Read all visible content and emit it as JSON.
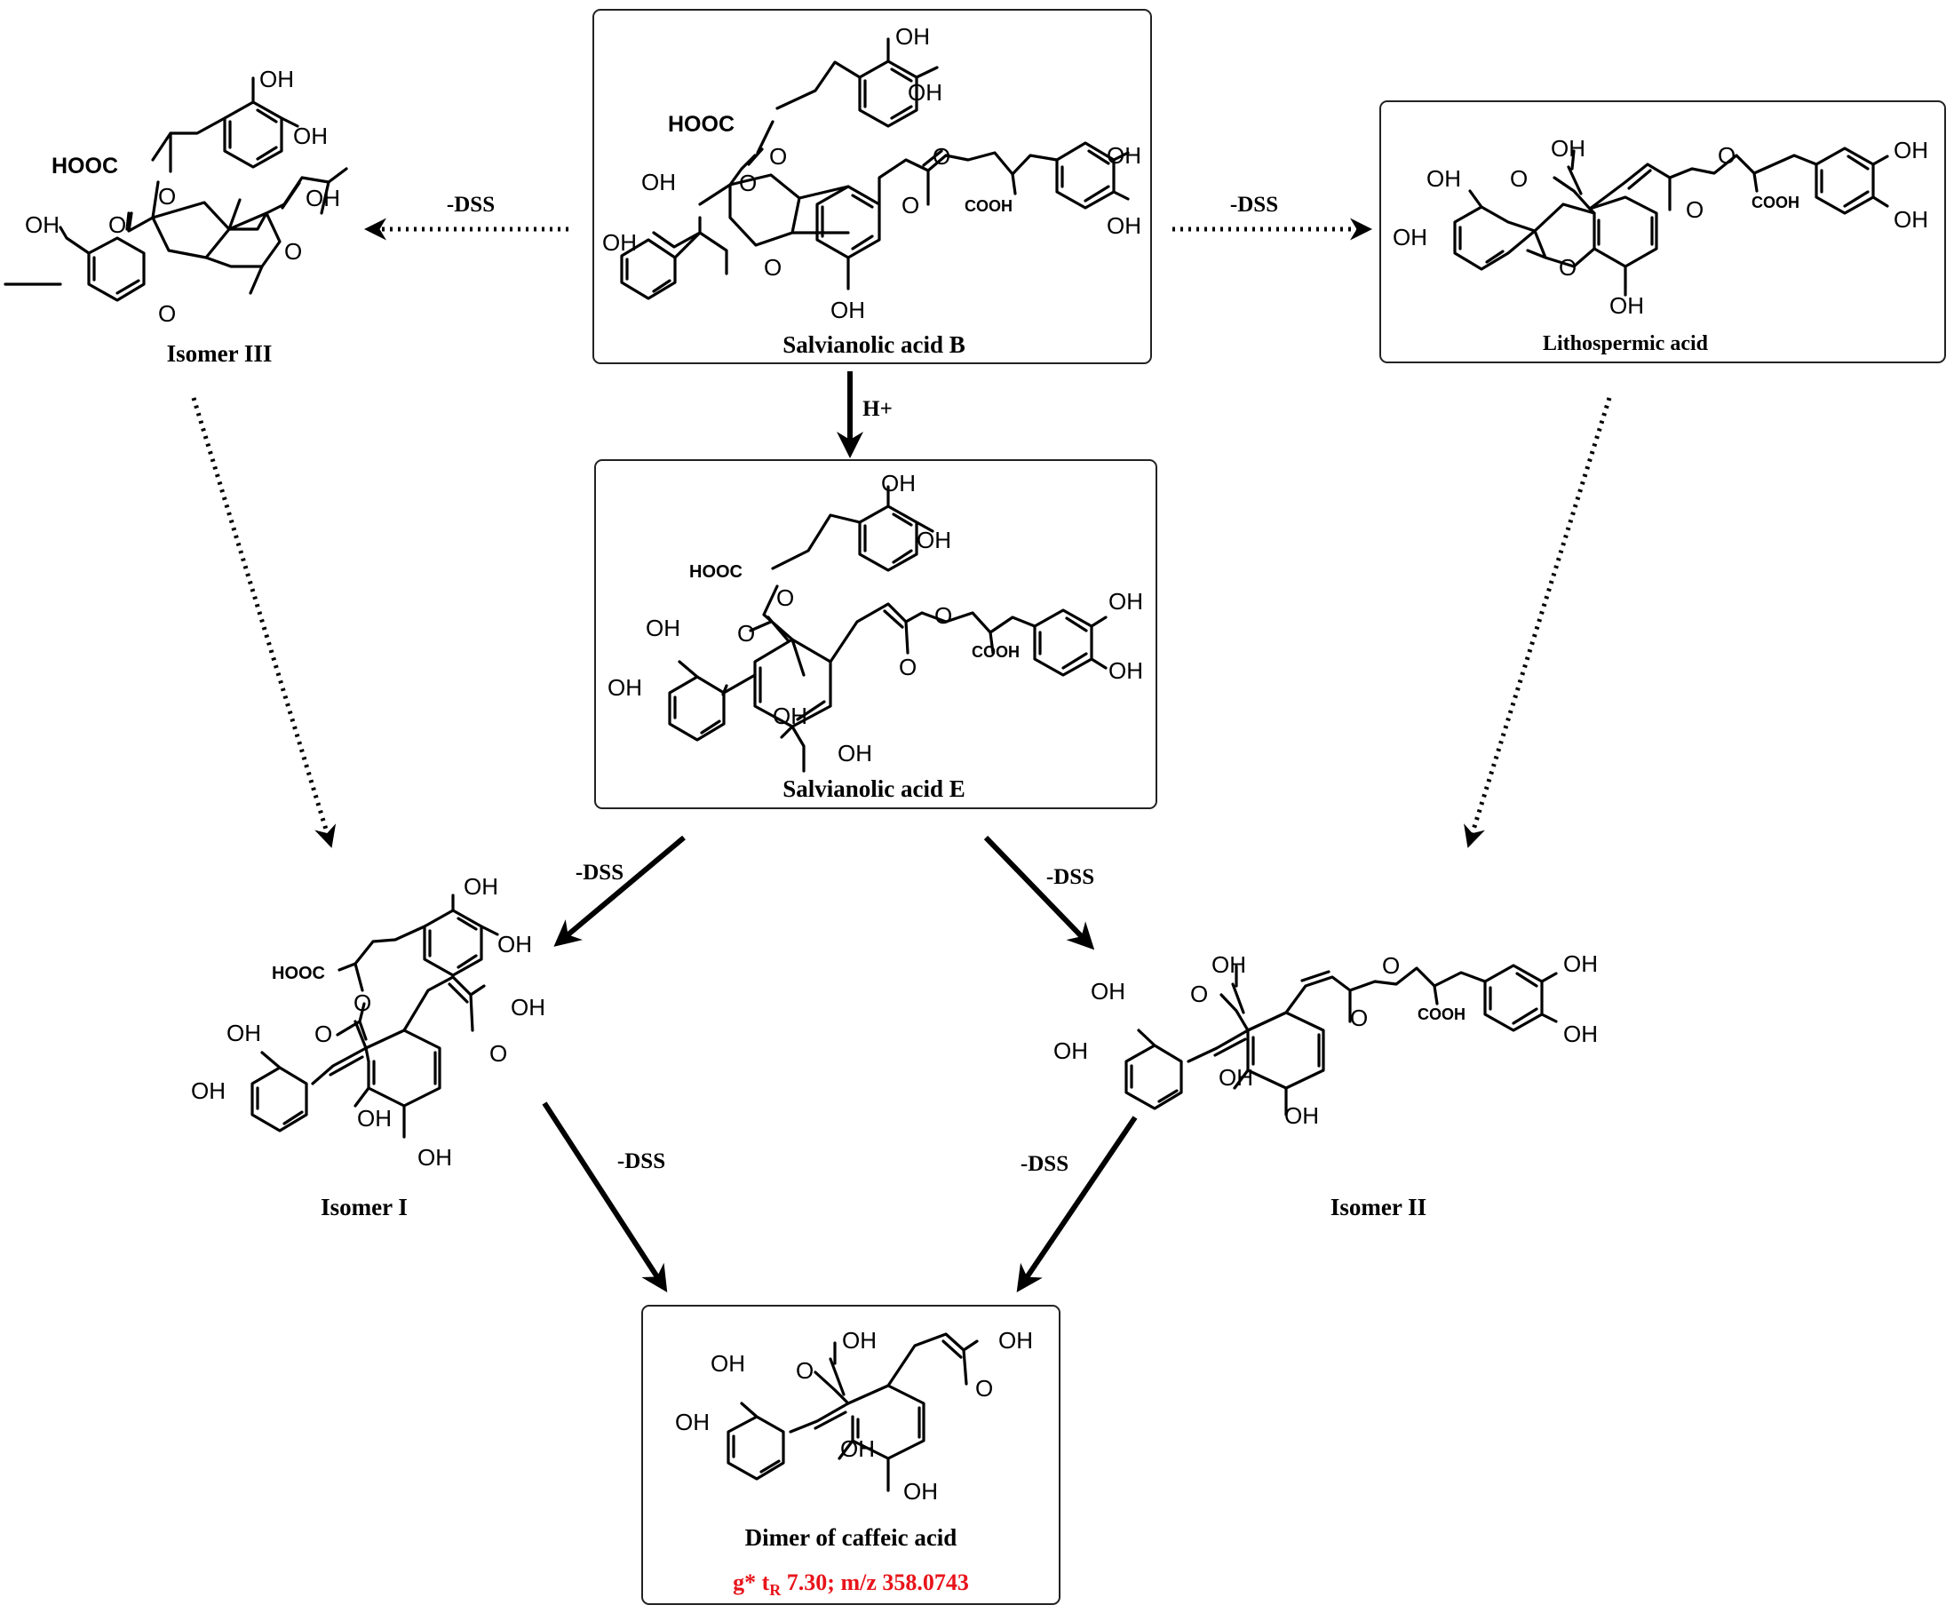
{
  "compounds": {
    "salvianolic_b": {
      "name": "Salvianolic acid B",
      "labels": {
        "oh1": "OH",
        "oh2": "OH",
        "hooc": "HOOC",
        "o_ester1": "O",
        "o_carb1": "O",
        "o_ester2": "O",
        "o_carb2": "O",
        "cooh": "COOH",
        "oh3": "OH",
        "oh4": "OH",
        "oh5": "OH",
        "oh6": "OH",
        "o_ring": "O",
        "oh7": "OH"
      }
    },
    "isomer_iii": {
      "name": "Isomer III",
      "labels": {
        "oh1": "OH",
        "oh2": "OH",
        "hooc": "HOOC",
        "o_ester1": "O",
        "o_carb1": "O",
        "oh_acid": "OH",
        "o_acid": "O",
        "oh3": "OH",
        "o_ring": "O"
      }
    },
    "lithospermic": {
      "name": "Lithospermic acid",
      "labels": {
        "oh_acid": "OH",
        "o_acid": "O",
        "o_ester": "O",
        "o_carb": "O",
        "cooh": "COOH",
        "oh1": "OH",
        "oh2": "OH",
        "oh3": "OH",
        "oh4": "OH",
        "o_ring": "O",
        "oh5": "OH"
      }
    },
    "salvianolic_e": {
      "name": "Salvianolic acid E",
      "labels": {
        "oh1": "OH",
        "oh2": "OH",
        "hooc": "HOOC",
        "o_ester1": "O",
        "o_carb1": "O",
        "o_ester2": "O",
        "o_carb2": "O",
        "cooh": "COOH",
        "oh3": "OH",
        "oh4": "OH",
        "oh5": "OH",
        "oh6": "OH",
        "oh7": "OH",
        "oh8": "OH"
      }
    },
    "isomer_i": {
      "name": "Isomer I",
      "labels": {
        "oh1": "OH",
        "oh2": "OH",
        "hooc": "HOOC",
        "o_ester1": "O",
        "o_carb1": "O",
        "oh_acid": "OH",
        "o_acid": "O",
        "oh3": "OH",
        "oh4": "OH",
        "oh5": "OH",
        "oh6": "OH"
      }
    },
    "isomer_ii": {
      "name": "Isomer II",
      "labels": {
        "oh_acid": "OH",
        "o_acid": "O",
        "o_ester": "O",
        "o_carb": "O",
        "cooh": "COOH",
        "oh1": "OH",
        "oh2": "OH",
        "oh3": "OH",
        "oh4": "OH",
        "oh5": "OH",
        "oh6": "OH"
      }
    },
    "dimer": {
      "name": "Dimer of caffeic acid",
      "labels": {
        "oh_acid1": "OH",
        "o_acid1": "O",
        "oh_acid2": "OH",
        "o_acid2": "O",
        "oh1": "OH",
        "oh2": "OH",
        "oh3": "OH",
        "oh4": "OH"
      },
      "note_prefix": "g* t",
      "note_sub": "R",
      "note_suffix": " 7.30; m/z 358.0743"
    }
  },
  "reactions": {
    "b_to_iii": "-DSS",
    "b_to_litho": "-DSS",
    "b_to_e": "H+",
    "e_to_i": "-DSS",
    "e_to_ii": "-DSS",
    "i_to_dimer": "-DSS",
    "ii_to_dimer": "-DSS"
  }
}
